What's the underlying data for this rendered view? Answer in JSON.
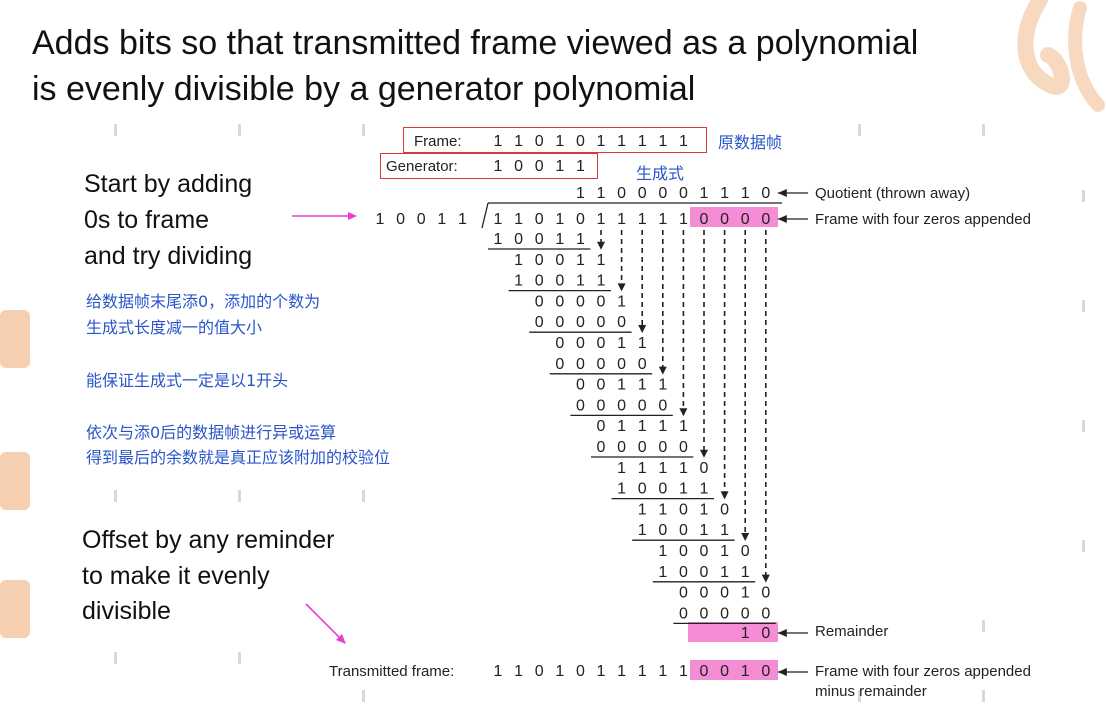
{
  "title": {
    "line1": "Adds bits so that transmitted frame viewed as a polynomial",
    "line2": "is evenly divisible by a generator polynomial"
  },
  "left_notes": {
    "start_lines": [
      "Start by adding",
      "0s to frame",
      "and try dividing"
    ],
    "cn_notes": [
      "给数据帧末尾添0，添加的个数为",
      "生成式长度减一的值大小",
      "能保证生成式一定是以1开头",
      "依次与添0后的数据帧进行异或运算",
      "得到最后的余数就是真正应该附加的校验位"
    ],
    "offset_lines": [
      "Offset by any reminder",
      "to make it evenly",
      "divisible"
    ]
  },
  "diagram": {
    "frame_label": "Frame:",
    "frame_bits": "1101011111",
    "frame_cn": "原数据帧",
    "generator_label": "Generator:",
    "generator_bits": "10011",
    "generator_cn": "生成式",
    "quotient_bits": "1100001110",
    "quotient_label": "Quotient (thrown away)",
    "divisor_bits": "10011",
    "dividend_bits": "1101011111",
    "appended_zeros": "0000",
    "dividend_label": "Frame with four zeros appended",
    "division_rows": [
      {
        "bits": "10011",
        "start": 0,
        "underline": true
      },
      {
        "bits": "10011",
        "start": 1,
        "underline": false
      },
      {
        "bits": "10011",
        "start": 1,
        "underline": true
      },
      {
        "bits": "00001",
        "start": 2,
        "underline": false
      },
      {
        "bits": "00000",
        "start": 2,
        "underline": true
      },
      {
        "bits": "00011",
        "start": 3,
        "underline": false
      },
      {
        "bits": "00000",
        "start": 3,
        "underline": true
      },
      {
        "bits": "00111",
        "start": 4,
        "underline": false
      },
      {
        "bits": "00000",
        "start": 4,
        "underline": true
      },
      {
        "bits": "01111",
        "start": 5,
        "underline": false
      },
      {
        "bits": "00000",
        "start": 5,
        "underline": true
      },
      {
        "bits": "11110",
        "start": 6,
        "underline": false
      },
      {
        "bits": "10011",
        "start": 6,
        "underline": true
      },
      {
        "bits": "11010",
        "start": 7,
        "underline": false
      },
      {
        "bits": "10011",
        "start": 7,
        "underline": true
      },
      {
        "bits": "10010",
        "start": 8,
        "underline": false
      },
      {
        "bits": "10011",
        "start": 8,
        "underline": true
      },
      {
        "bits": "00010",
        "start": 9,
        "underline": false
      },
      {
        "bits": "00000",
        "start": 9,
        "underline": true
      }
    ],
    "remainder_bits": "10",
    "remainder_label": "Remainder",
    "transmitted_label": "Transmitted frame:",
    "transmitted_bits": "1101011111",
    "transmitted_suffix": "0010",
    "transmitted_note_line1": "Frame with four zeros appended",
    "transmitted_note_line2": "minus remainder"
  },
  "colors": {
    "highlight": "#f58cd6",
    "box_border": "#d43a3a",
    "note_blue": "#2a55c8",
    "arrow_magenta": "#e73fd6"
  }
}
